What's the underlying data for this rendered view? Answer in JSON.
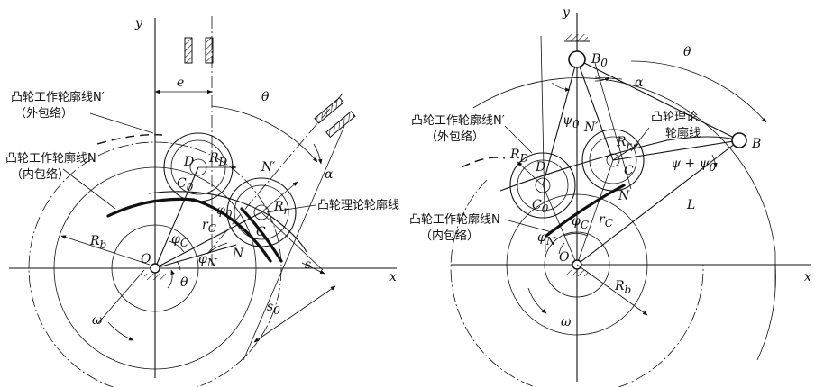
{
  "left": {
    "axes": {
      "y": "y",
      "x": "x"
    },
    "ann_outer": "凸轮工作轮廓线N′",
    "ann_outer_sub": "（外包络）",
    "ann_inner": "凸轮工作轮廓线N",
    "ann_inner_sub": "（内包络）",
    "ann_theory": "凸轮理论轮廓线",
    "points": {
      "O": "O",
      "C": "C",
      "C0": "C",
      "C0_sub": "0",
      "D": "D",
      "N": "N",
      "Nprime": "N′"
    },
    "dims": {
      "e": "e",
      "theta_top": "θ",
      "theta_bottom": "θ",
      "alpha": "α",
      "omega": "ω",
      "s": "s",
      "s0": "s",
      "s0_sub": "0"
    },
    "radii": {
      "Rb": "R",
      "Rb_sub": "b",
      "RD": "R",
      "RD_sub": "D",
      "Rr": "R",
      "Rr_sub": "r",
      "rC": "r",
      "rC_sub": "C"
    },
    "angles": {
      "phiC": "φ",
      "phiC_sub": "C",
      "phiN": "φ",
      "phiN_sub": "N",
      "phi0": "φ",
      "phi0_sub": "0"
    }
  },
  "right": {
    "axes": {
      "y": "y",
      "x": "x"
    },
    "ann_outer": "凸轮工作轮廓线N′",
    "ann_outer_sub": "（外包络）",
    "ann_inner": "凸轮工作轮廓线N",
    "ann_inner_sub": "（内包络）",
    "ann_theory_1": "凸轮理论",
    "ann_theory_2": "轮廓线",
    "points": {
      "O": "O",
      "B": "B",
      "B0": "B",
      "B0_sub": "0",
      "C": "C",
      "C0": "C",
      "C0_sub": "0",
      "D": "D",
      "N": "N",
      "Nprime": "N′"
    },
    "dims": {
      "theta": "θ",
      "alpha": "α",
      "omega": "ω",
      "L": "L",
      "psi": "ψ + ψ",
      "psi_sub": "0",
      "psi0": "ψ",
      "psi0_sub": "0"
    },
    "radii": {
      "Rb": "R",
      "Rb_sub": "b",
      "RD": "R",
      "RD_sub": "D",
      "Rr": "R",
      "Rr_sub": "r",
      "rC": "r",
      "rC_sub": "C"
    },
    "angles": {
      "phiC": "φ",
      "phiC_sub": "C",
      "phiN": "φ",
      "phiN_sub": "N"
    }
  }
}
